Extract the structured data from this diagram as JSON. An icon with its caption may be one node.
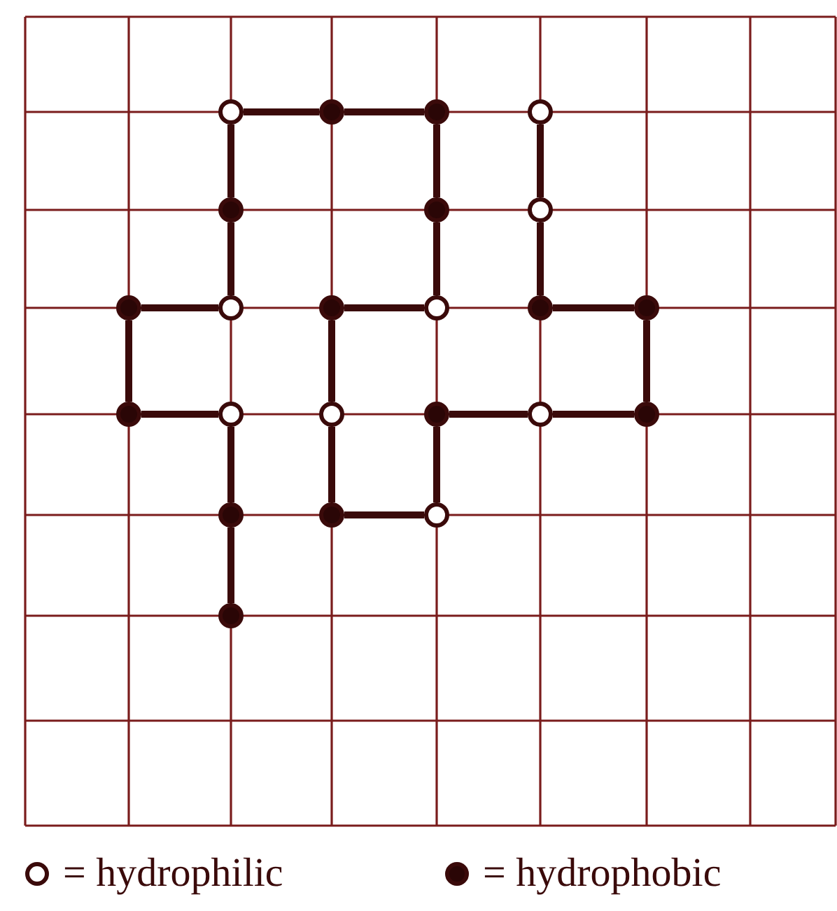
{
  "diagram": {
    "nodes": [
      {
        "text": [],
        "shape": "circle"
      },
      {
        "text": [],
        "shape": "circle"
      },
      {
        "text": [],
        "shape": "circle"
      },
      {
        "text": [],
        "shape": "circle"
      },
      {
        "text": [],
        "shape": "circle"
      },
      {
        "text": [],
        "shape": "circle"
      },
      {
        "text": [],
        "shape": "circle"
      },
      {
        "text": [],
        "shape": "circle"
      },
      {
        "text": [],
        "shape": "circle"
      },
      {
        "text": [],
        "shape": "circle"
      },
      {
        "text": [],
        "shape": "circle"
      },
      {
        "text": [],
        "shape": "circle"
      },
      {
        "text": [],
        "shape": "circle"
      },
      {
        "text": [],
        "shape": "circle"
      },
      {
        "text": [],
        "shape": "circle"
      },
      {
        "text": [],
        "shape": "circle"
      },
      {
        "text": [],
        "shape": "circle"
      },
      {
        "text": [],
        "shape": "circle"
      },
      {
        "text": [],
        "shape": "circle"
      },
      {
        "text": [],
        "shape": "circle"
      },
      {
        "text": [],
        "shape": "circle"
      },
      {
        "text": [],
        "shape": "circle"
      },
      {
        "text": [],
        "shape": "circle"
      }
    ],
    "edges": [
      {
        "from": 22,
        "to": 19,
        "arrow": "none"
      },
      {
        "from": 19,
        "to": 14,
        "arrow": "none"
      },
      {
        "from": 14,
        "to": 13,
        "arrow": "none"
      },
      {
        "from": 13,
        "to": 7,
        "arrow": "none"
      },
      {
        "from": 7,
        "to": 8,
        "arrow": "none"
      },
      {
        "from": 8,
        "to": 4,
        "arrow": "none"
      },
      {
        "from": 4,
        "to": 0,
        "arrow": "none"
      },
      {
        "from": 0,
        "to": 1,
        "arrow": "none"
      },
      {
        "from": 1,
        "to": 2,
        "arrow": "none"
      },
      {
        "from": 2,
        "to": 5,
        "arrow": "none"
      },
      {
        "from": 5,
        "to": 10,
        "arrow": "none"
      },
      {
        "from": 10,
        "to": 9,
        "arrow": "none"
      },
      {
        "from": 9,
        "to": 15,
        "arrow": "none"
      },
      {
        "from": 15,
        "to": 20,
        "arrow": "none"
      },
      {
        "from": 20,
        "to": 21,
        "arrow": "none"
      },
      {
        "from": 21,
        "to": 16,
        "arrow": "none"
      },
      {
        "from": 16,
        "to": 17,
        "arrow": "none"
      },
      {
        "from": 17,
        "to": 18,
        "arrow": "none"
      },
      {
        "from": 18,
        "to": 12,
        "arrow": "none"
      },
      {
        "from": 12,
        "to": 11,
        "arrow": "none"
      },
      {
        "from": 11,
        "to": 6,
        "arrow": "none"
      },
      {
        "from": 6,
        "to": 3,
        "arrow": "none"
      }
    ],
    "legend": [
      {
        "text": "= hydrophilic",
        "color": "#ffffff"
      },
      {
        "text": "= hydrophobic",
        "color": "#2a0606"
      }
    ]
  }
}
